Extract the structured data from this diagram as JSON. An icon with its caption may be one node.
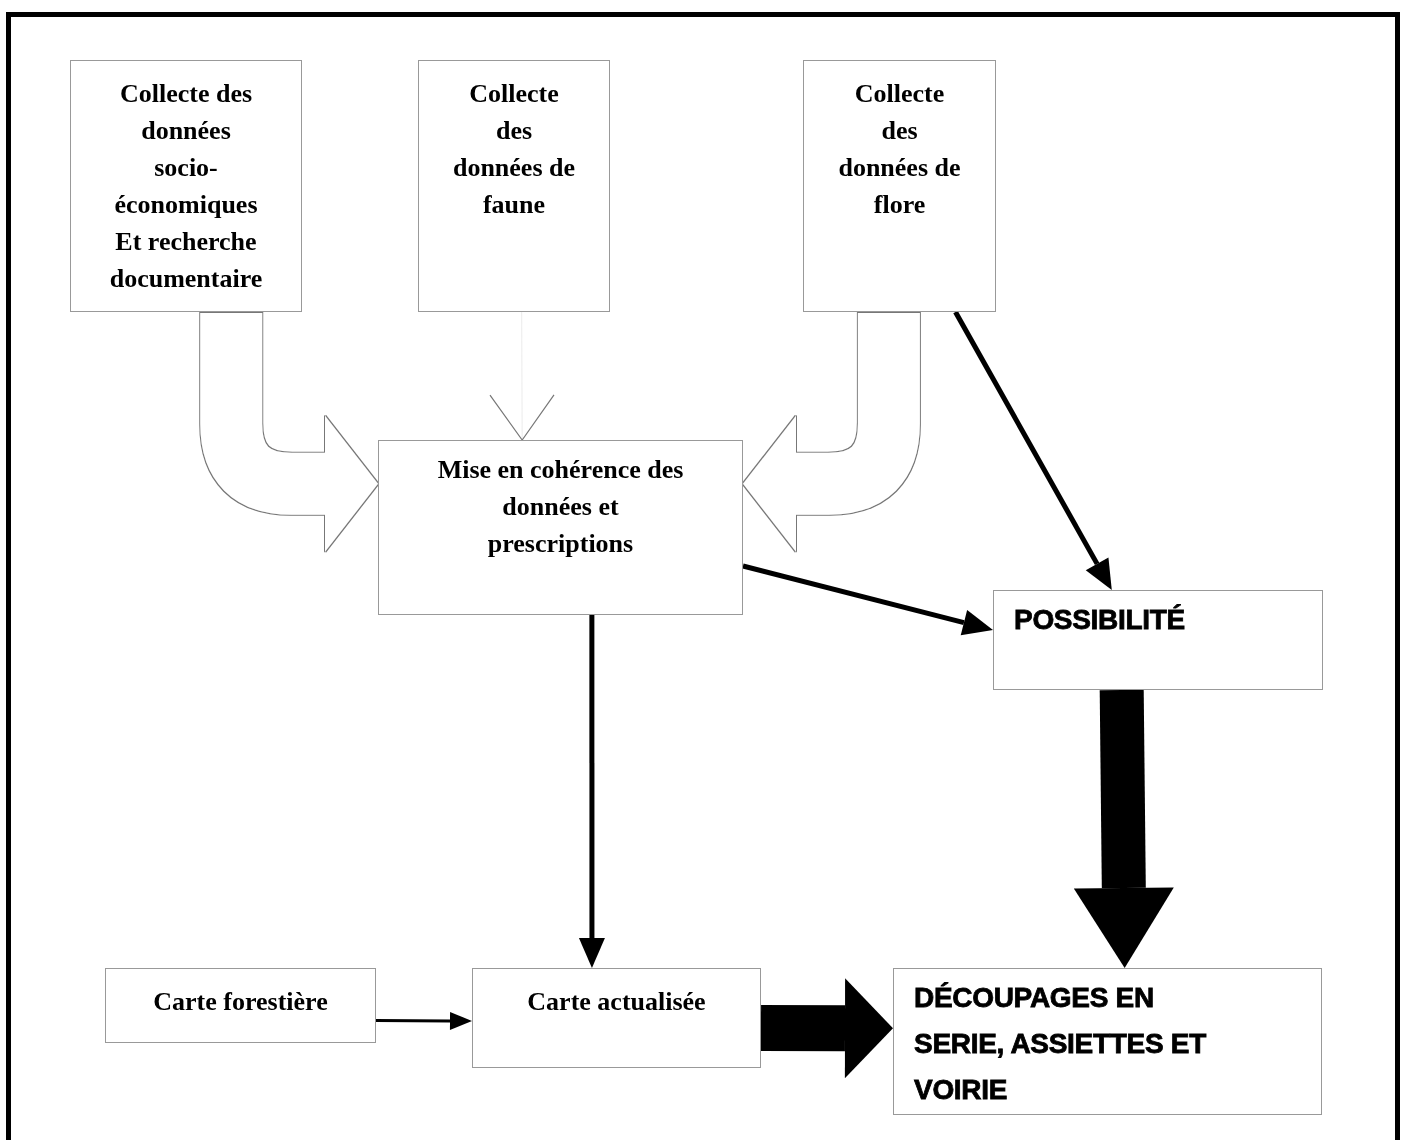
{
  "diagram": {
    "nodes": [
      {
        "text": [
          "Collecte des données socio-économiques Et recherche documentaire"
        ]
      },
      {
        "text": [
          "Collecte des données de faune"
        ]
      },
      {
        "text": [
          "Collecte des données de flore"
        ]
      },
      {
        "text": [
          "Mise en cohérence des données et prescriptions"
        ]
      },
      {
        "text": [
          "POSSIBILITÉ"
        ]
      },
      {
        "text": [
          "Carte forestière"
        ]
      },
      {
        "text": [
          "Carte actualisée"
        ]
      },
      {
        "text": [
          "DÉCOUPAGES EN SERIE, ASSIETTES ET VOIRIE"
        ]
      }
    ],
    "edges": [
      {
        "from": 0,
        "to": 3,
        "arrow": "to",
        "style": "thick",
        "color": "#777777"
      },
      {
        "from": 1,
        "to": 3,
        "arrow": "to",
        "color": "#777777"
      },
      {
        "from": 2,
        "to": 3,
        "arrow": "to",
        "style": "thick",
        "color": "#777777"
      },
      {
        "from": 2,
        "to": 4,
        "arrow": "to"
      },
      {
        "from": 3,
        "to": 4,
        "arrow": "to"
      },
      {
        "from": 3,
        "to": 6,
        "arrow": "to"
      },
      {
        "from": 4,
        "to": 7,
        "arrow": "to",
        "style": "thick"
      },
      {
        "from": 5,
        "to": 6,
        "arrow": "to"
      },
      {
        "from": 6,
        "to": 7,
        "arrow": "to",
        "style": "thick"
      }
    ]
  }
}
